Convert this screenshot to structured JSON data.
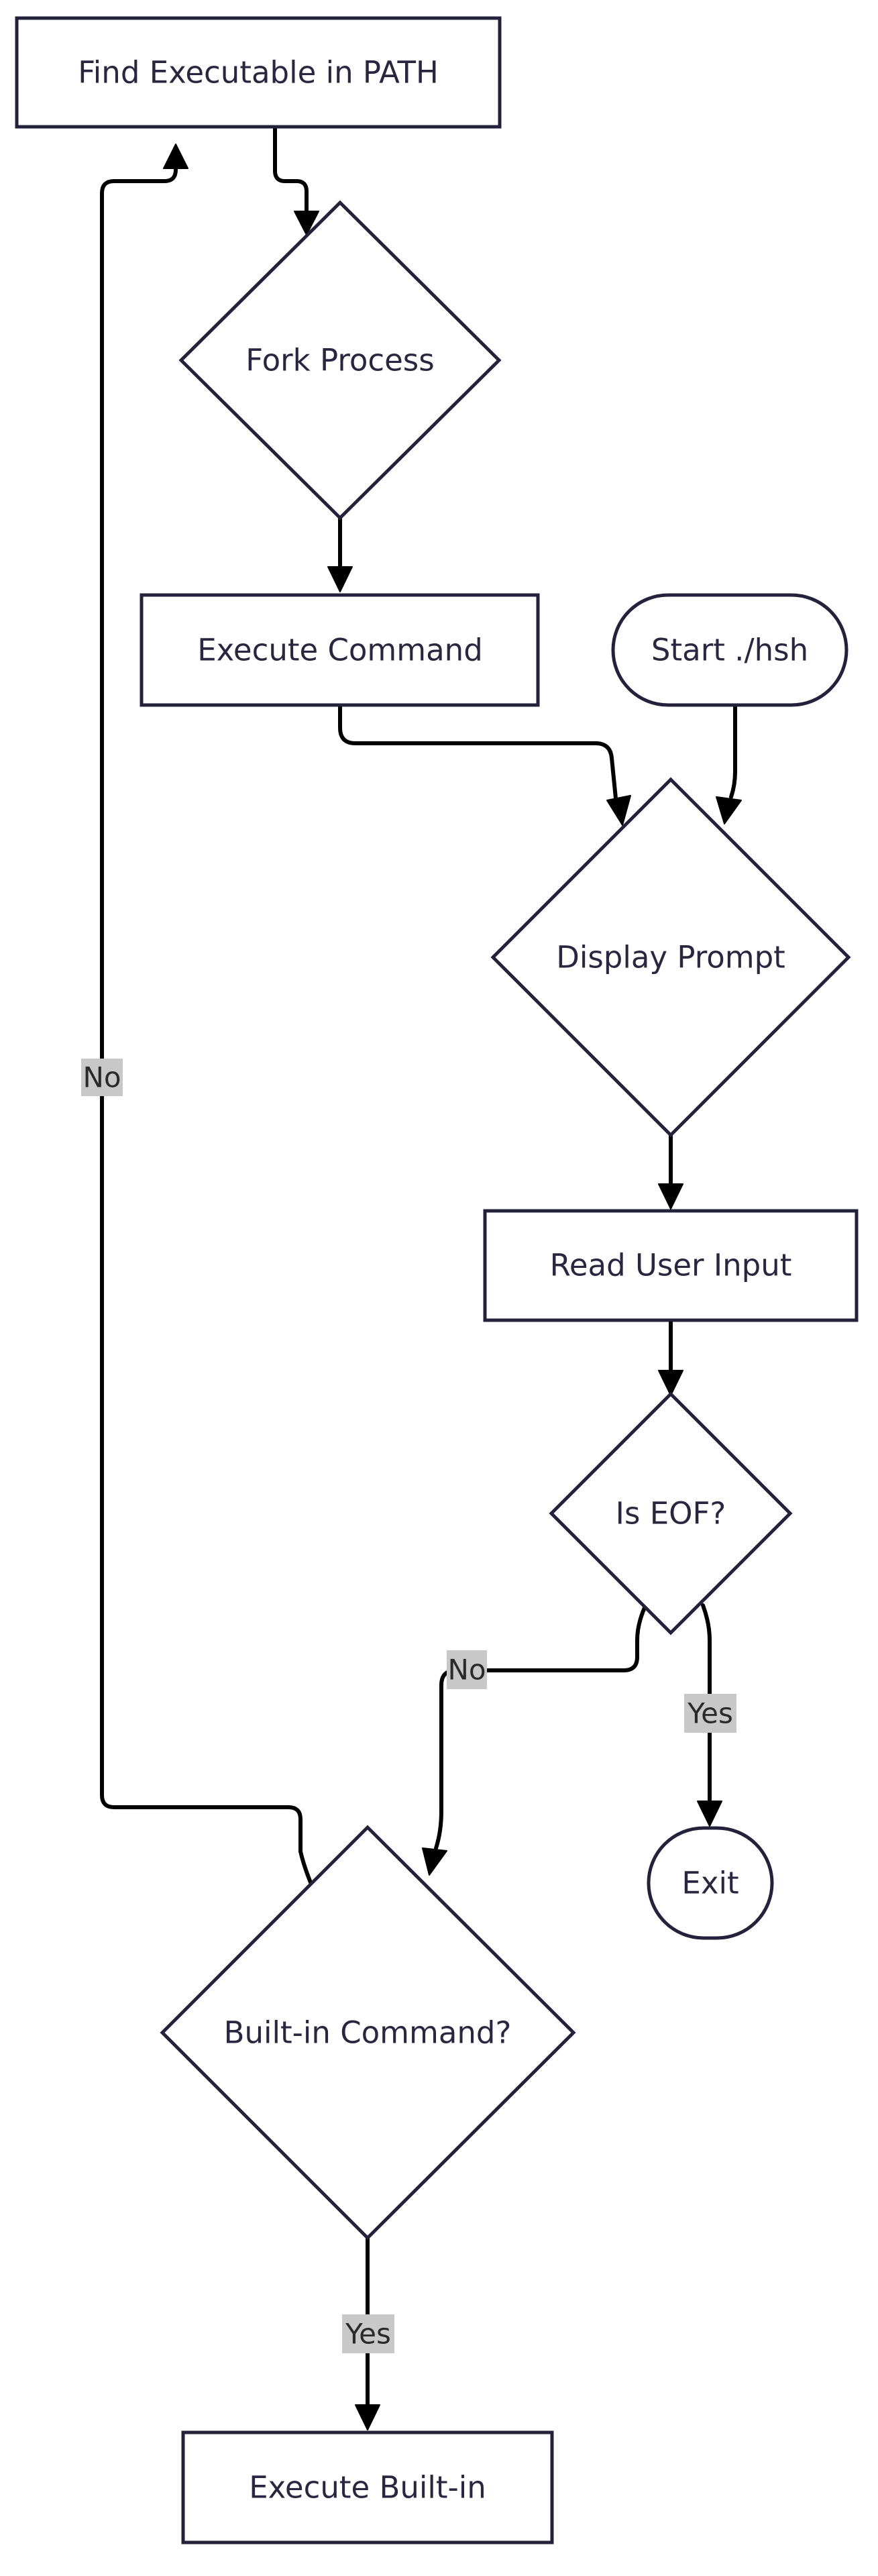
{
  "diagram": {
    "nodes": {
      "find": "Find Executable in PATH",
      "fork": "Fork Process",
      "execute": "Execute Command",
      "start": "Start ./hsh",
      "prompt": "Display Prompt",
      "read": "Read User Input",
      "eof": "Is EOF?",
      "exit": "Exit",
      "builtin": "Built-in Command?",
      "exec_builtin": "Execute Built-in"
    },
    "edge_labels": {
      "builtin_no": "No",
      "eof_no": "No",
      "eof_yes": "Yes",
      "builtin_yes": "Yes"
    }
  }
}
